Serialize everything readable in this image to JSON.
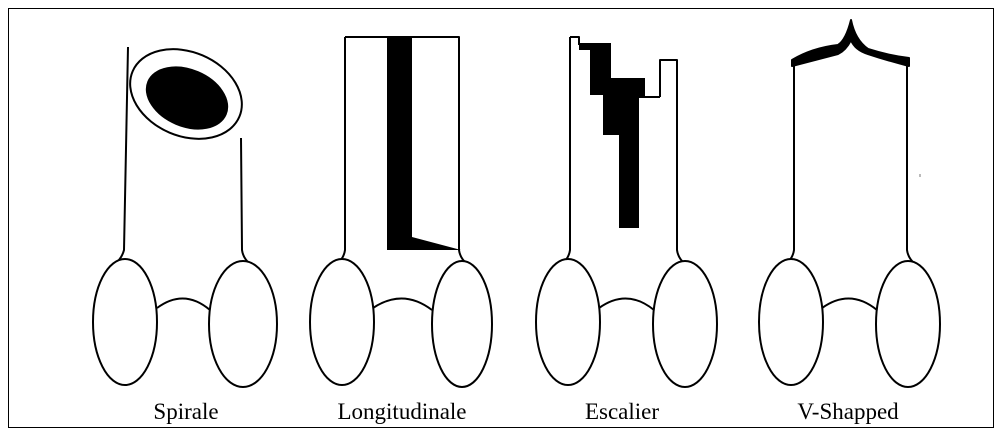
{
  "figure": {
    "fracture_types": [
      {
        "key": "spiral",
        "label": "Spirale"
      },
      {
        "key": "longitudinal",
        "label": "Longitudinale"
      },
      {
        "key": "stair",
        "label": "Escalier"
      },
      {
        "key": "v_shaped",
        "label": "V-Shapped"
      }
    ]
  }
}
